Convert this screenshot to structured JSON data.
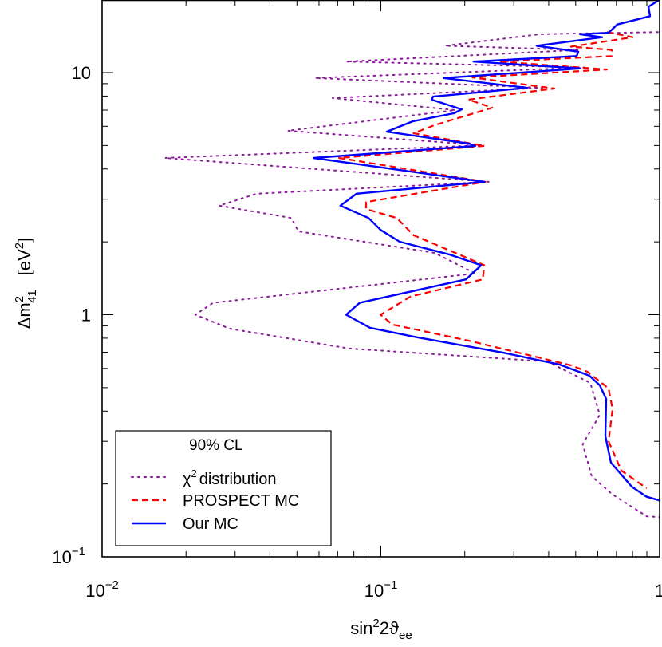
{
  "chart_data": {
    "type": "line",
    "xlabel": {
      "base": "sin",
      "sup": "2",
      "mid": "2ϑ",
      "sub": "ee"
    },
    "ylabel": {
      "base": "Δm",
      "sup": "2",
      "sub": "41",
      "unit": "[eV",
      "unit_sup": "2",
      "unit_end": "]"
    },
    "x_scale": "log",
    "y_scale": "log",
    "xlim": [
      0.01,
      1
    ],
    "ylim": [
      0.1,
      20
    ],
    "grid": false,
    "x_ticks": [
      {
        "value": 0.01,
        "base": "10",
        "exp": "−2"
      },
      {
        "value": 0.1,
        "base": "10",
        "exp": "−1"
      },
      {
        "value": 1,
        "base": "1",
        "exp": ""
      }
    ],
    "y_ticks": [
      {
        "value": 0.1,
        "base": "10",
        "exp": "−1"
      },
      {
        "value": 1,
        "base": "1",
        "exp": ""
      },
      {
        "value": 10,
        "base": "10",
        "exp": ""
      }
    ],
    "legend": {
      "placement": "bottom-left",
      "title": "90% CL",
      "entries": [
        {
          "label": "distribution",
          "label_prefix": "χ",
          "label_sup": "2",
          "series": 0
        },
        {
          "label": "PROSPECT MC",
          "series": 1
        },
        {
          "label": "Our MC",
          "series": 2
        }
      ]
    },
    "series": [
      {
        "name": "χ2 distribution",
        "color": "#8B1A9B",
        "style": "dotted",
        "points": [
          [
            0.986,
            14.7
          ],
          [
            0.372,
            14.4
          ],
          [
            0.17,
            12.9
          ],
          [
            0.511,
            12.4
          ],
          [
            0.0751,
            11.1
          ],
          [
            0.538,
            10.5
          ],
          [
            0.058,
            9.5
          ],
          [
            0.38,
            8.65
          ],
          [
            0.0671,
            7.85
          ],
          [
            0.185,
            7.0
          ],
          [
            0.0464,
            5.75
          ],
          [
            0.232,
            5.01
          ],
          [
            0.0168,
            4.44
          ],
          [
            0.244,
            3.54
          ],
          [
            0.0359,
            3.16
          ],
          [
            0.0263,
            2.82
          ],
          [
            0.0477,
            2.51
          ],
          [
            0.0506,
            2.21
          ],
          [
            0.156,
            1.8
          ],
          [
            0.218,
            1.48
          ],
          [
            0.025,
            1.12
          ],
          [
            0.0216,
            1.0
          ],
          [
            0.0287,
            0.876
          ],
          [
            0.077,
            0.725
          ],
          [
            0.395,
            0.641
          ],
          [
            0.564,
            0.523
          ],
          [
            0.61,
            0.386
          ],
          [
            0.53,
            0.292
          ],
          [
            0.571,
            0.215
          ],
          [
            0.678,
            0.181
          ],
          [
            0.899,
            0.147
          ],
          [
            1.0,
            0.146
          ]
        ]
      },
      {
        "name": "PROSPECT MC",
        "color": "#FF0000",
        "style": "dashed",
        "points": [
          [
            0.647,
            14.7
          ],
          [
            0.8,
            14.0
          ],
          [
            0.481,
            12.8
          ],
          [
            0.673,
            12.4
          ],
          [
            0.673,
            11.7
          ],
          [
            0.266,
            11.1
          ],
          [
            0.647,
            10.3
          ],
          [
            0.213,
            9.55
          ],
          [
            0.419,
            8.59
          ],
          [
            0.206,
            7.73
          ],
          [
            0.251,
            7.16
          ],
          [
            0.156,
            6.07
          ],
          [
            0.131,
            5.62
          ],
          [
            0.235,
            4.98
          ],
          [
            0.0708,
            4.44
          ],
          [
            0.237,
            3.54
          ],
          [
            0.0885,
            2.92
          ],
          [
            0.0885,
            2.73
          ],
          [
            0.114,
            2.51
          ],
          [
            0.131,
            2.13
          ],
          [
            0.185,
            1.8
          ],
          [
            0.235,
            1.6
          ],
          [
            0.232,
            1.4
          ],
          [
            0.128,
            1.19
          ],
          [
            0.0998,
            1.0
          ],
          [
            0.11,
            0.91
          ],
          [
            0.207,
            0.781
          ],
          [
            0.481,
            0.618
          ],
          [
            0.552,
            0.581
          ],
          [
            0.656,
            0.496
          ],
          [
            0.678,
            0.407
          ],
          [
            0.656,
            0.3
          ],
          [
            0.729,
            0.227
          ],
          [
            0.899,
            0.192
          ]
        ]
      },
      {
        "name": "Our MC",
        "color": "#0000FF",
        "style": "solid",
        "points": [
          [
            1.0,
            20
          ],
          [
            0.912,
            18.7
          ],
          [
            0.924,
            17.1
          ],
          [
            0.705,
            15.8
          ],
          [
            0.656,
            14.6
          ],
          [
            0.518,
            14.4
          ],
          [
            0.622,
            14.0
          ],
          [
            0.362,
            12.9
          ],
          [
            0.511,
            12.2
          ],
          [
            0.504,
            11.7
          ],
          [
            0.215,
            11.1
          ],
          [
            0.518,
            10.4
          ],
          [
            0.168,
            9.5
          ],
          [
            0.335,
            8.65
          ],
          [
            0.154,
            7.96
          ],
          [
            0.152,
            7.73
          ],
          [
            0.195,
            7.05
          ],
          [
            0.183,
            6.79
          ],
          [
            0.13,
            6.29
          ],
          [
            0.105,
            5.7
          ],
          [
            0.207,
            5.09
          ],
          [
            0.218,
            4.98
          ],
          [
            0.0573,
            4.44
          ],
          [
            0.235,
            3.54
          ],
          [
            0.0818,
            3.16
          ],
          [
            0.0716,
            2.82
          ],
          [
            0.0903,
            2.51
          ],
          [
            0.0998,
            2.24
          ],
          [
            0.117,
            2.0
          ],
          [
            0.177,
            1.77
          ],
          [
            0.229,
            1.6
          ],
          [
            0.202,
            1.4
          ],
          [
            0.0839,
            1.12
          ],
          [
            0.0751,
            1.0
          ],
          [
            0.0915,
            0.883
          ],
          [
            0.136,
            0.805
          ],
          [
            0.275,
            0.697
          ],
          [
            0.439,
            0.622
          ],
          [
            0.56,
            0.56
          ],
          [
            0.61,
            0.511
          ],
          [
            0.643,
            0.449
          ],
          [
            0.639,
            0.315
          ],
          [
            0.669,
            0.245
          ],
          [
            0.794,
            0.195
          ],
          [
            0.899,
            0.177
          ],
          [
            1.0,
            0.171
          ]
        ]
      }
    ]
  }
}
